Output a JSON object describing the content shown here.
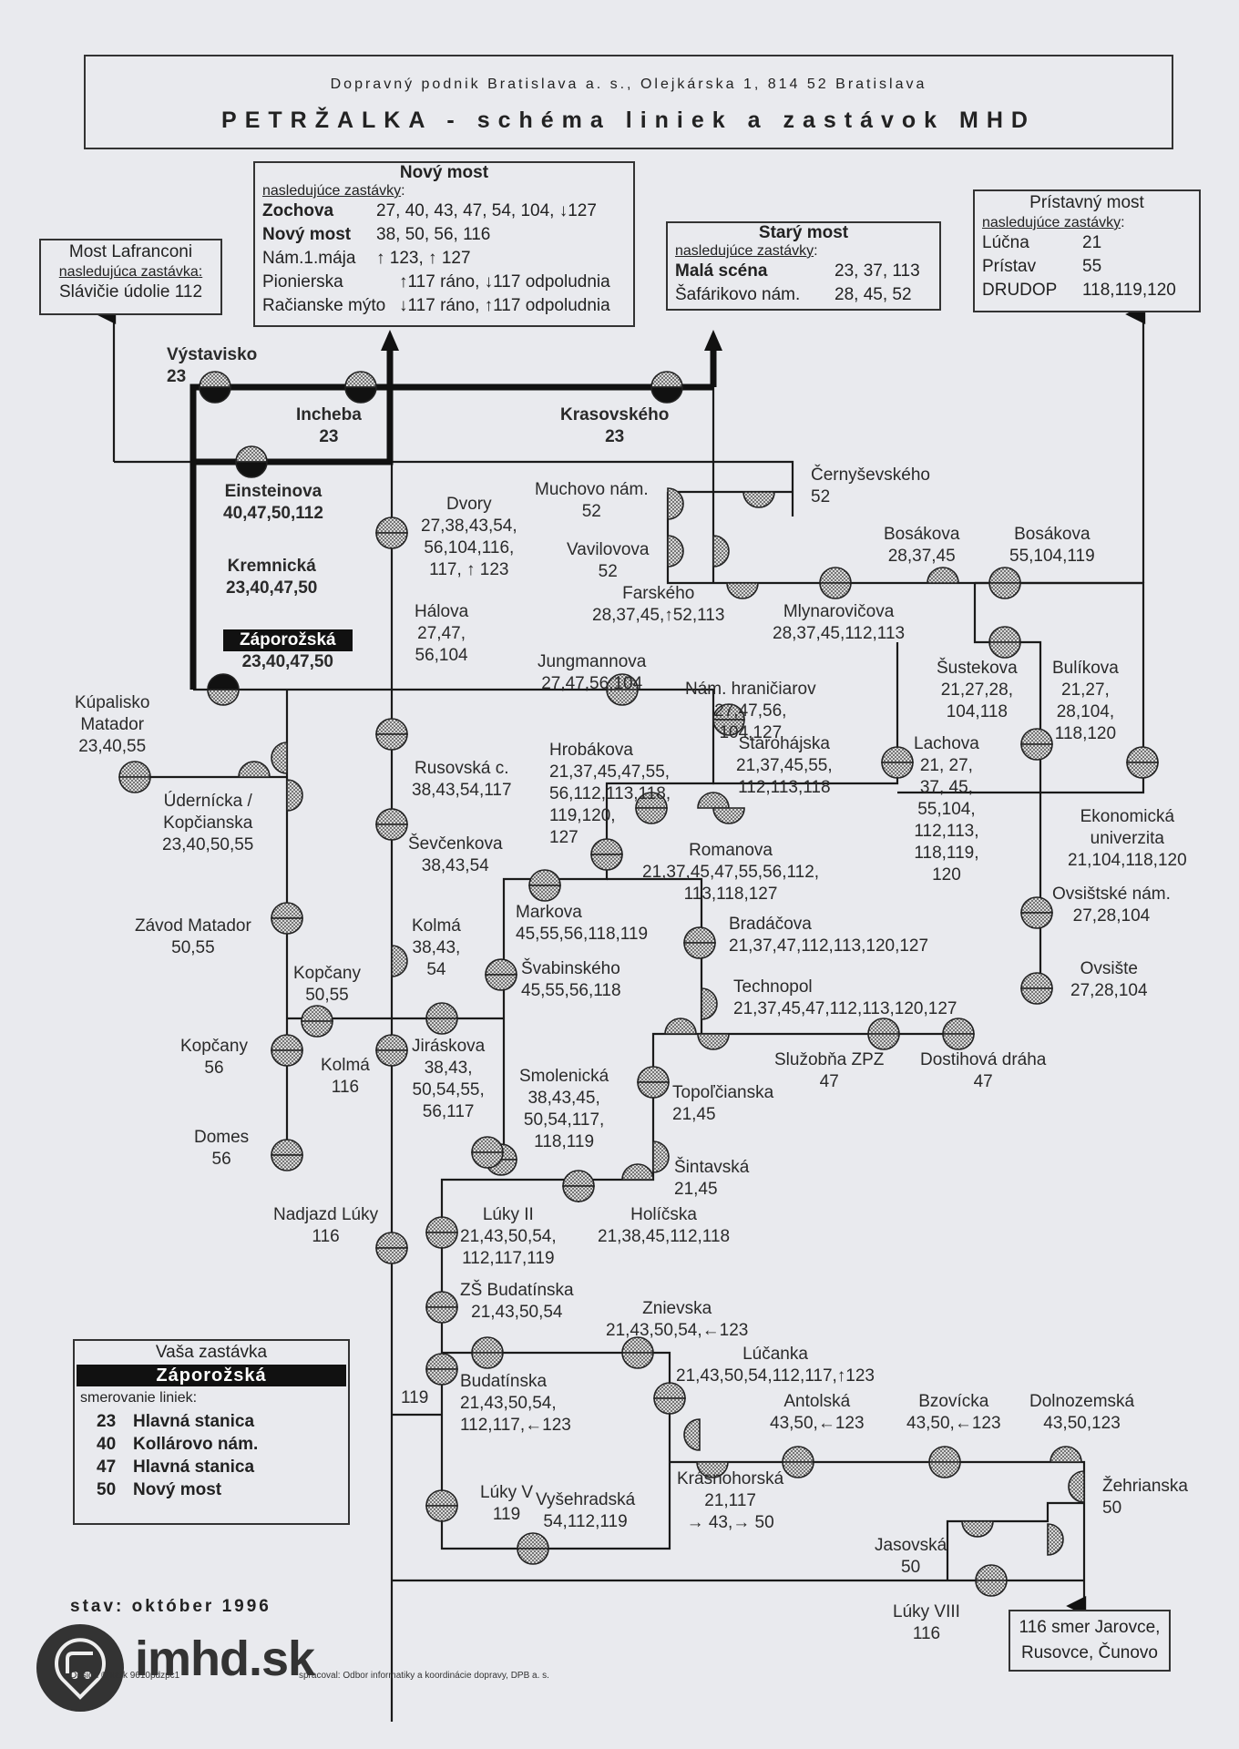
{
  "header": {
    "company": "Dopravný podnik Bratislava a. s.,  Olejkárska 1,  814 52 Bratislava",
    "title": "PETRŽALKA - schéma liniek a zastávok MHD"
  },
  "boxes": {
    "lafranconi": {
      "title": "Most Lafranconi",
      "subtitle": "nasledujúca zastávka",
      "next": "Slávičie údolie 112"
    },
    "novy_most": {
      "title": "Nový most",
      "subtitle": "nasledujúce zastávky",
      "rows": [
        {
          "stop": "Zochova",
          "lines": "27, 40, 43, 47, 54, 104, ↓127"
        },
        {
          "stop": "Nový most",
          "lines": "38, 50, 56, 116"
        },
        {
          "stop": "Nám.1.mája",
          "lines": "↑ 123, ↑ 127"
        },
        {
          "stop": "Pionierska",
          "lines": "↑117 ráno, ↓117 odpoludnia"
        },
        {
          "stop": "Račianske mýto",
          "lines": "↓117 ráno, ↑117 odpoludnia"
        }
      ]
    },
    "stary_most": {
      "title": "Starý most",
      "subtitle": "nasledujúce zastávky",
      "rows": [
        {
          "stop": "Malá scéna",
          "lines": "23, 37, 113"
        },
        {
          "stop": "Šafárikovo nám.",
          "lines": "28, 45, 52"
        }
      ]
    },
    "pristavny_most": {
      "title": "Prístavný most",
      "subtitle": "nasledujúce zastávky",
      "rows": [
        {
          "stop": "Lúčna",
          "lines": "21"
        },
        {
          "stop": "Prístav",
          "lines": "55"
        },
        {
          "stop": "DRUDOP",
          "lines": "118,119,120"
        }
      ]
    },
    "jarovce": {
      "text1": "116 smer Jarovce,",
      "text2": "Rusovce, Čunovo"
    }
  },
  "stops": [
    {
      "id": "vystavisko",
      "name": "Výstavisko",
      "lines": "23"
    },
    {
      "id": "incheba",
      "name": "Incheba",
      "lines": "23"
    },
    {
      "id": "krasovskeho",
      "name": "Krasovského",
      "lines": "23"
    },
    {
      "id": "einsteinova",
      "name": "Einsteinova",
      "lines": "40,47,50,112"
    },
    {
      "id": "kremnicka",
      "name": "Kremnická",
      "lines": "23,40,47,50"
    },
    {
      "id": "zaporozska",
      "name": "Záporožská",
      "lines": "23,40,47,50"
    },
    {
      "id": "dvory",
      "name": "Dvory",
      "lines": "27,38,43,54,|56,104,116,|117, ↑ 123"
    },
    {
      "id": "muchovo",
      "name": "Muchovo nám.",
      "lines": "52"
    },
    {
      "id": "vavilovova",
      "name": "Vavilovova",
      "lines": "52"
    },
    {
      "id": "cernysevskeho",
      "name": "Černyševského",
      "lines": "52"
    },
    {
      "id": "farskeho",
      "name": "Farského",
      "lines": "28,37,45,↑52,113"
    },
    {
      "id": "mlynarovicova",
      "name": "Mlynarovičova",
      "lines": "28,37,45,112,113"
    },
    {
      "id": "bosakova1",
      "name": "Bosákova",
      "lines": "28,37,45"
    },
    {
      "id": "bosakova2",
      "name": "Bosákova",
      "lines": "55,104,119"
    },
    {
      "id": "halova",
      "name": "Hálova",
      "lines": "27,47,|56,104"
    },
    {
      "id": "jungmannova",
      "name": "Jungmannova",
      "lines": "27,47,56,104"
    },
    {
      "id": "nam_hranic",
      "name": "Nám. hraničiarov",
      "lines": "27,47,56,|104,127"
    },
    {
      "id": "sustekova",
      "name": "Šustekova",
      "lines": "21,27,28,|104,118"
    },
    {
      "id": "bulikova",
      "name": "Bulíkova",
      "lines": "21,27,|28,104,|118,120"
    },
    {
      "id": "kupalisko",
      "name": "Kúpalisko|Matador",
      "lines": "23,40,55"
    },
    {
      "id": "udernicka",
      "name": "Úderníckа /|Kopčianska",
      "lines": "23,40,50,55"
    },
    {
      "id": "rusovska",
      "name": "Rusovská c.",
      "lines": "38,43,54,117"
    },
    {
      "id": "hrobakova",
      "name": "Hrobákova",
      "lines": "21,37,45,47,55,|56,112,113,118,|119,120,|127"
    },
    {
      "id": "starohajska",
      "name": "Starohájska",
      "lines": "21,37,45,55,|112,113,118"
    },
    {
      "id": "lachova",
      "name": "Lachova",
      "lines": "21, 27,|37, 45,|55,104,|112,113,|118,119,|120"
    },
    {
      "id": "ekonomicka",
      "name": "Ekonomická|univerzita",
      "lines": "21,104,118,120"
    },
    {
      "id": "sevcenkova",
      "name": "Ševčenkova",
      "lines": "38,43,54"
    },
    {
      "id": "romanova",
      "name": "Romanova",
      "lines": "21,37,45,47,55,56,112,|113,118,127"
    },
    {
      "id": "ovsistske",
      "name": "Ovsištské nám.",
      "lines": "27,28,104"
    },
    {
      "id": "zavod_matador",
      "name": "Závod Matador",
      "lines": "50,55"
    },
    {
      "id": "kolma1",
      "name": "Kolmá",
      "lines": "38,43,|54"
    },
    {
      "id": "markova",
      "name": "Markova",
      "lines": "45,55,56,118,119"
    },
    {
      "id": "bradacova",
      "name": "Bradáčova",
      "lines": "21,37,47,112,113,120,127"
    },
    {
      "id": "ovsiste",
      "name": "Ovsište",
      "lines": "27,28,104"
    },
    {
      "id": "kopcany1",
      "name": "Kopčany",
      "lines": "50,55"
    },
    {
      "id": "svabinskeho",
      "name": "Švabinského",
      "lines": "45,55,56,118"
    },
    {
      "id": "technopol",
      "name": "Technopol",
      "lines": "21,37,45,47,112,113,120,127"
    },
    {
      "id": "kopcany2",
      "name": "Kopčany",
      "lines": "56"
    },
    {
      "id": "kolma2",
      "name": "Kolmá",
      "lines": "116"
    },
    {
      "id": "jiraskova",
      "name": "Jiráskova",
      "lines": "38,43,|50,54,55,|56,117"
    },
    {
      "id": "smolenicka",
      "name": "Smolenická",
      "lines": "38,43,45,|50,54,117,|118,119"
    },
    {
      "id": "sluzobna",
      "name": "Služobňa ZPZ",
      "lines": "47"
    },
    {
      "id": "dostihova",
      "name": "Dostihová dráha",
      "lines": "47"
    },
    {
      "id": "topolcianska",
      "name": "Topoľčianska",
      "lines": "21,45"
    },
    {
      "id": "domes",
      "name": "Domes",
      "lines": "56"
    },
    {
      "id": "sintavska",
      "name": "Šintavská",
      "lines": "21,45"
    },
    {
      "id": "nadjazd",
      "name": "Nadjazd Lúky",
      "lines": "116"
    },
    {
      "id": "luky2",
      "name": "Lúky II",
      "lines": "21,43,50,54,|112,117,119"
    },
    {
      "id": "holicska",
      "name": "Holíčska",
      "lines": "21,38,45,112,118"
    },
    {
      "id": "zs_budatinska",
      "name": "ZŠ Budatínska",
      "lines": "21,43,50,54"
    },
    {
      "id": "znievska",
      "name": "Znievska",
      "lines": "21,43,50,54,←123"
    },
    {
      "id": "lucanka",
      "name": "Lúčanka",
      "lines": "21,43,50,54,112,117,↑123"
    },
    {
      "id": "budatinska",
      "name": "Budatínska",
      "lines": "21,43,50,54,|112,117,←123"
    },
    {
      "id": "antolska",
      "name": "Antolská",
      "lines": "43,50,←123"
    },
    {
      "id": "bzovicka",
      "name": "Bzovícka",
      "lines": "43,50,←123"
    },
    {
      "id": "dolnozemska",
      "name": "Dolnozemská",
      "lines": "43,50,123"
    },
    {
      "id": "krasnohorska",
      "name": "Krásnohorská",
      "lines": "21,117|→ 43,→ 50"
    },
    {
      "id": "zehrianska",
      "name": "Žehrianska",
      "lines": "50"
    },
    {
      "id": "luky5",
      "name": "Lúky V",
      "lines": "119"
    },
    {
      "id": "vysehradska",
      "name": "Vyšehradská",
      "lines": "54,112,119"
    },
    {
      "id": "jasovska",
      "name": "Jasovská",
      "lines": "50"
    },
    {
      "id": "luky8",
      "name": "Lúky VIII",
      "lines": "116"
    }
  ],
  "route_label_119": "119",
  "legend": {
    "title": "Vaša zastávka",
    "stop": "Záporožská",
    "subtitle": "smerovanie liniek:",
    "rows": [
      {
        "line": "23",
        "dest": "Hlavná stanica"
      },
      {
        "line": "40",
        "dest": "Kollárovo nám."
      },
      {
        "line": "47",
        "dest": "Hlavná stanica"
      },
      {
        "line": "50",
        "dest": "Nový most"
      }
    ]
  },
  "footer": {
    "status": "stav: október 1996",
    "logo": "imhd.sk",
    "credit_left": "Design © kark 9610pdzpc1",
    "credit_right": "spracoval: Odbor informatiky a koordinácie dopravy, DPB a. s."
  },
  "colors": {
    "background": "#e9eaee",
    "line": "#1a1a1a",
    "stop_fill": "#a8a8a8",
    "highlight": "#111111"
  }
}
